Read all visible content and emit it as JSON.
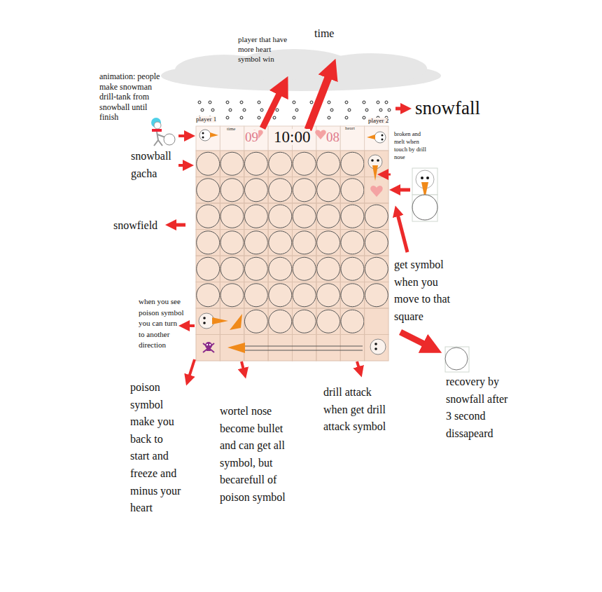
{
  "diagram": {
    "nodes": [
      {
        "text": [
          "player 1",
          "time",
          "09",
          "10:00",
          "08",
          "heart",
          "player 2"
        ]
      }
    ],
    "labels": [
      "time",
      "player that have more heart symbol win",
      "animation: people make snowman drill-tank from snowball until finish",
      "snowfall",
      "broken and melt when touch by drill nose",
      "snowball gacha",
      "snowfield",
      "get symbol when you move to that square",
      "when you see poison symbol you can turn to another direction",
      "poison symbol make you back to start and freeze and minus your heart",
      "wortel nose become bullet and can get all symbol, but becarefull of poison symbol",
      "drill attack when get drill attack symbol",
      "recovery by snowfall after 3 second dissapeard"
    ]
  }
}
